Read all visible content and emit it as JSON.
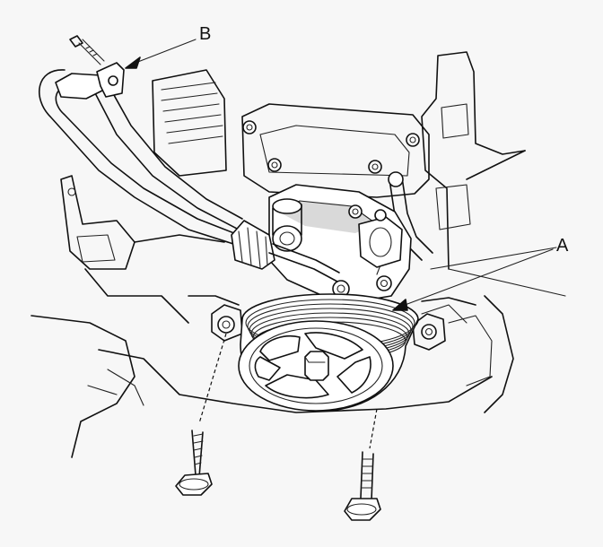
{
  "callouts": {
    "a": {
      "label": "A",
      "target": "power-steering-pump"
    },
    "b": {
      "label": "B",
      "target": "hose-clamp-bracket"
    }
  },
  "colors": {
    "background": "#f7f7f7",
    "ink": "#111111",
    "shade": "#d9d9d9"
  }
}
